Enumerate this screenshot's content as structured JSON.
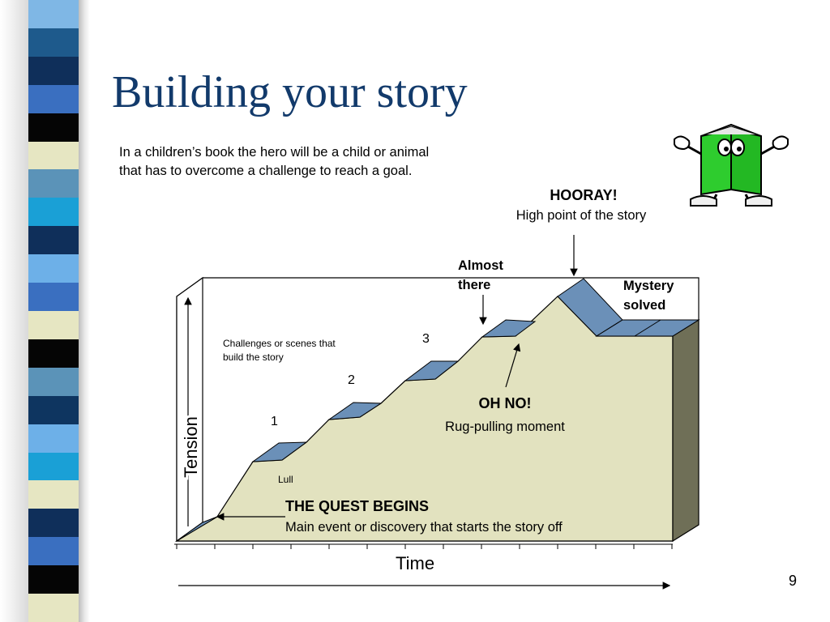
{
  "slide": {
    "title": "Building your story",
    "intro_line1": "In a children’s book the hero will be a child or animal",
    "intro_line2": "that has to overcome a challenge to reach a goal.",
    "page_number": "9"
  },
  "diagram": {
    "hooray": {
      "heading": "HOORAY!",
      "text": "High point of the story"
    },
    "almost_there": {
      "line1": "Almost",
      "line2": "there"
    },
    "mystery_solved": {
      "line1": "Mystery",
      "line2": "solved"
    },
    "challenges_note": {
      "line1": "Challenges or scenes that",
      "line2": "build the story"
    },
    "steps": [
      "1",
      "2",
      "3"
    ],
    "oh_no": {
      "heading": "OH NO!",
      "text": "Rug-pulling moment"
    },
    "lull": "Lull",
    "quest": {
      "heading": "THE QUEST BEGINS",
      "text": "Main event or discovery that starts the story off"
    },
    "y_axis_label": "Tension",
    "x_axis_label": "Time"
  },
  "colors": {
    "title": "#123a6b",
    "mountain_fill": "#e2e2bf",
    "mountain_side": "#6f6f57",
    "landing_fill": "#6b90b8",
    "stripes": [
      "#7fb7e5",
      "#1e5a8c",
      "#0f2f5a",
      "#3a6fc0",
      "#050505",
      "#e6e6c2",
      "#5b93b8",
      "#1aa0d6",
      "#0f2f5a",
      "#6db0e8",
      "#3a6fc0",
      "#e6e6c2",
      "#050505",
      "#5b93b8",
      "#0e3560",
      "#6db0e8",
      "#1aa0d6",
      "#e6e6c2",
      "#0f2f5a",
      "#3a6fc0",
      "#050505",
      "#e6e6c2"
    ]
  },
  "icons": {
    "mascot": "book-character-icon"
  }
}
